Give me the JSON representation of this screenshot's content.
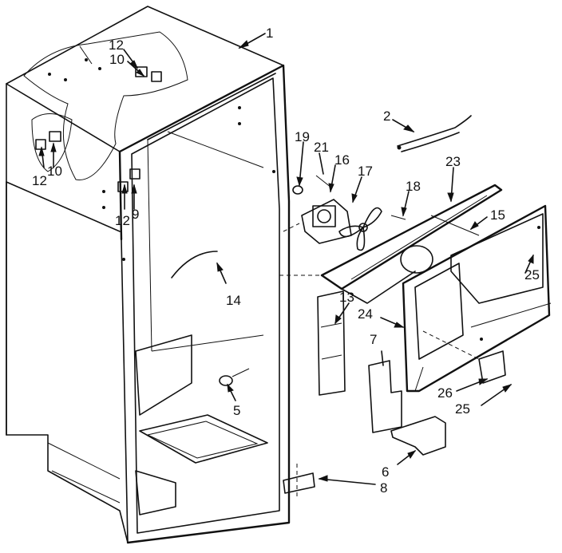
{
  "labels": {
    "l1": "1",
    "l2": "2",
    "l5": "5",
    "l6": "6",
    "l7": "7",
    "l8": "8",
    "l9": "9",
    "l10a": "10",
    "l10b": "10",
    "l12a": "12",
    "l12b": "12",
    "l12c": "12",
    "l13": "13",
    "l14": "14",
    "l15": "15",
    "l16": "16",
    "l17": "17",
    "l18": "18",
    "l19": "19",
    "l21": "21",
    "l23": "23",
    "l24": "24",
    "l25a": "25",
    "l25b": "25",
    "l26": "26"
  }
}
